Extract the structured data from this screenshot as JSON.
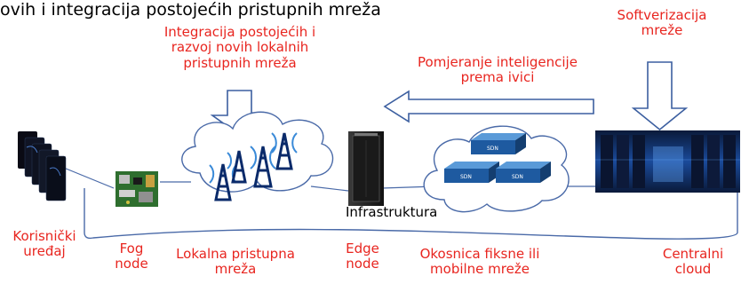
{
  "title": "ovih i integracija postojećih pristupnih mreža",
  "callouts": {
    "integration": [
      "Integracija postojećih i",
      "razvoj novih lokalnih",
      "pristupnih mreža"
    ],
    "softwarization": [
      "Softverizacija",
      "mreže"
    ],
    "intelligence": [
      "Pomjeranje inteligencije",
      "prema ivici"
    ]
  },
  "labels": {
    "infrastructure": "Infrastruktura",
    "user_devices": [
      "Korisnički",
      "uređaj"
    ],
    "fog_node": [
      "Fog",
      "node"
    ],
    "local_access": [
      "Lokalna pristupna",
      "mreža"
    ],
    "edge_node": [
      "Edge",
      "node"
    ],
    "backbone": [
      "Okosnica fiksne ili",
      "mobilne mreže"
    ],
    "central_cloud": [
      "Centralni",
      "cloud"
    ]
  },
  "switch_label": "SDN",
  "colors": {
    "red_text": "#e8251f",
    "arrow_stroke": "#3c5fa0",
    "line": "#4a6aa8"
  },
  "icons": [
    "phone-icon",
    "raspberry-pi-icon",
    "cloud-icon",
    "cell-tower-icon",
    "server-rack-icon",
    "sdn-switch-icon",
    "datacenter-icon"
  ]
}
